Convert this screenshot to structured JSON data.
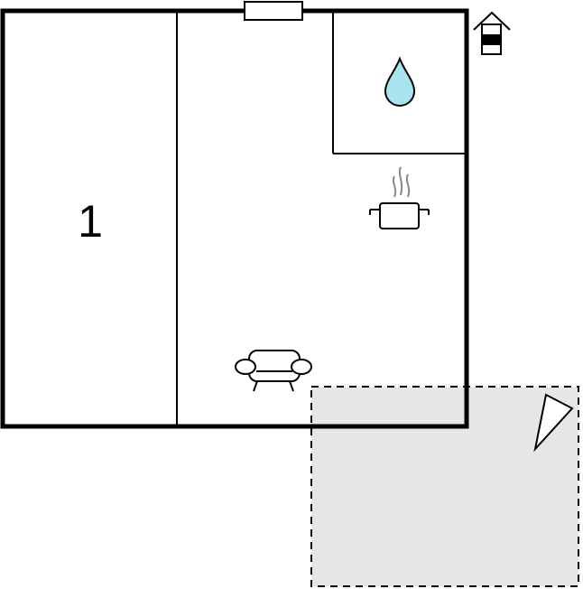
{
  "floorplan": {
    "rooms": [
      {
        "label": "1",
        "type": "bedroom"
      },
      {
        "label": "",
        "type": "living-kitchen"
      },
      {
        "label": "",
        "type": "bathroom"
      }
    ],
    "icons": [
      "bathroom-water-drop-icon",
      "kitchen-pot-icon",
      "living-sofa-icon",
      "floor-stairs-icon",
      "compass-north-icon"
    ],
    "terrace": {
      "fill": "#e6e6e6",
      "border": "dashed"
    },
    "colors": {
      "wall": "#000000",
      "water": "#a8e4ef",
      "terrace": "#e6e6e6",
      "steam": "#888888"
    }
  }
}
